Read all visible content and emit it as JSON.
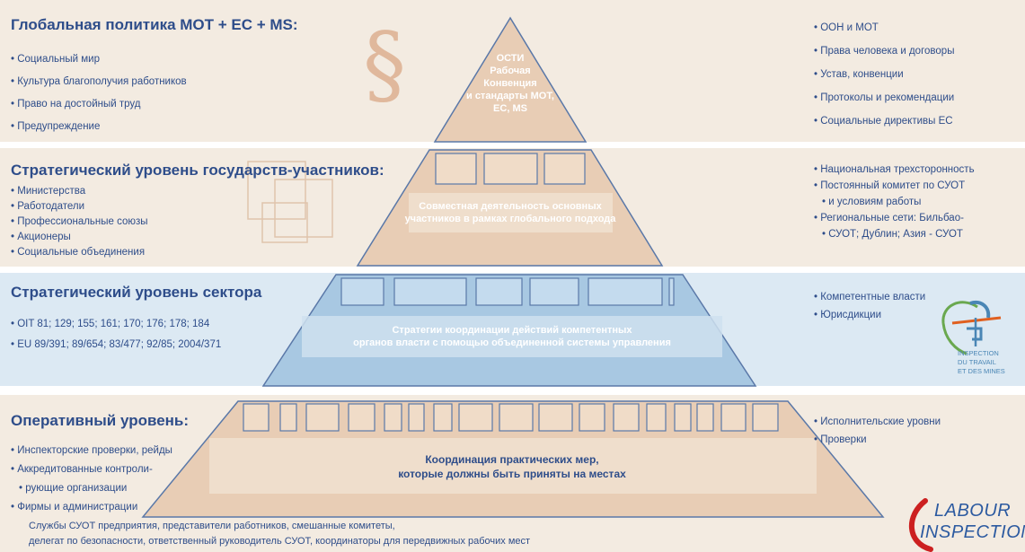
{
  "levels": {
    "global": {
      "title": "Глобальная политика МОТ + ЕС + MS:",
      "left_items": [
        "Социальный мир",
        "Культура благополучия работников",
        "Право на достойный труд",
        "Предупреждение"
      ],
      "right_items": [
        "ООН и МОТ",
        "Права человека и договоры",
        "Устав, конвенции",
        "Протоколы и рекомендации",
        "Социальные директивы ЕС"
      ],
      "pyramid_text": [
        "ОСТИ",
        "Рабочая",
        "Конвенция",
        "и стандарты МОТ,",
        "ЕС, MS"
      ]
    },
    "state": {
      "title": "Стратегический уровень государств-участников:",
      "left_items": [
        "Министерства",
        "Работодатели",
        "Профессиональные союзы",
        "Акционеры",
        "Социальные объединения"
      ],
      "right_items": [
        "Национальная трехсторонность",
        "Постоянный комитет по СУОТ",
        "и условиям работы",
        "Региональные сети: Бильбао-",
        "СУОТ; Дублин; Азия - СУОТ"
      ],
      "pyramid_text": [
        "Совместная деятельность основных",
        "участников в рамках глобального подхода"
      ]
    },
    "sector": {
      "title": "Стратегический уровень сектора",
      "left_items": [
        "OIT 81; 129; 155; 161; 170; 176; 178; 184",
        "EU 89/391; 89/654; 83/477; 92/85; 2004/371"
      ],
      "right_items": [
        "Компетентные власти",
        "Юрисдикции"
      ],
      "pyramid_text": [
        "Стратегии координации действий компетентных",
        "органов власти с помощью объединенной системы управления"
      ]
    },
    "operative": {
      "title": "Оперативный уровень:",
      "left_items": [
        "Инспекторские проверки, рейды",
        "Аккредитованные контроли-",
        "рующие организации",
        "Фирмы и администрации"
      ],
      "right_items": [
        "Исполнительские уровни",
        "Проверки"
      ],
      "pyramid_text": [
        "Координация практических мер,",
        "которые должны быть приняты на местах"
      ],
      "bottom_note": [
        "Службы СУОТ предприятия, представители работников, смешанные комитеты,",
        "делегат по безопасности, ответственный руководитель СУОТ, координаторы для передвижных рабочих мест"
      ]
    }
  },
  "logos": {
    "inspection": [
      "INSPECTION",
      "DU TRAVAIL",
      "ET DES MINES"
    ],
    "labour": [
      "LABOUR",
      "INSPECTION"
    ]
  },
  "section_symbol": "§",
  "colors": {
    "title_blue": "#2e4d8a",
    "band_beige": "#f3ebe1",
    "band_blue": "#dce9f3",
    "pyramid_beige": "#e8cdb5",
    "pyramid_blue": "#a8c8e2",
    "pyramid_stroke": "#5a78a8"
  }
}
